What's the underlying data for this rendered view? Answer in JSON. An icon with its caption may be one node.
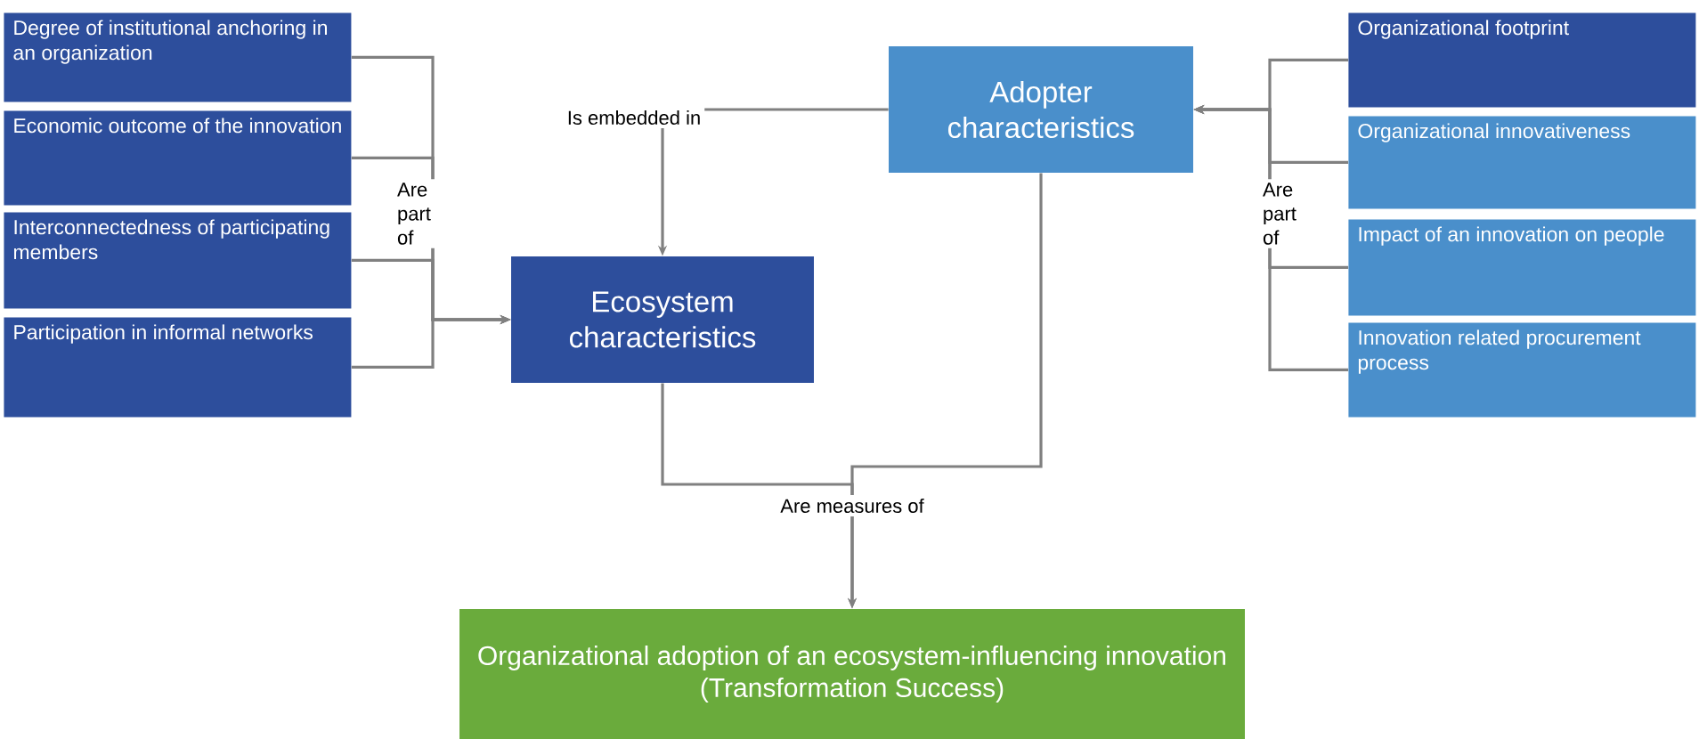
{
  "diagram": {
    "nodes": [
      {
        "text": [
          "Degree of institutional anchoring in an organization"
        ]
      },
      {
        "text": [
          "Economic outcome of the innovation"
        ]
      },
      {
        "text": [
          "Interconnectedness of participating members"
        ]
      },
      {
        "text": [
          "Participation in informal networks"
        ]
      },
      {
        "text": [
          "Ecosystem characteristics"
        ]
      },
      {
        "text": [
          "Adopter characteristics"
        ]
      },
      {
        "text": [
          "Organizational footprint"
        ]
      },
      {
        "text": [
          "Organizational innovativeness"
        ]
      },
      {
        "text": [
          "Impact of an innovation on people"
        ]
      },
      {
        "text": [
          "Innovation related procurement process"
        ]
      },
      {
        "text": [
          "Organizational adoption of an ecosystem-influencing innovation (Transformation Success)"
        ]
      }
    ],
    "edges": [
      {
        "from": 0,
        "to": 4,
        "arrow": "to",
        "label": "Are part of"
      },
      {
        "from": 1,
        "to": 4,
        "arrow": "to"
      },
      {
        "from": 2,
        "to": 4,
        "arrow": "to"
      },
      {
        "from": 3,
        "to": 4,
        "arrow": "to"
      },
      {
        "from": 5,
        "to": 4,
        "arrow": "to",
        "label": "Is embedded in"
      },
      {
        "from": 6,
        "to": 5,
        "arrow": "to"
      },
      {
        "from": 7,
        "to": 5,
        "arrow": "to"
      },
      {
        "from": 8,
        "to": 5,
        "arrow": "to"
      },
      {
        "from": 9,
        "to": 5,
        "arrow": "to",
        "label": "Are part of"
      },
      {
        "from": 4,
        "to": 10,
        "arrow": "to",
        "label": "Are measures of"
      },
      {
        "from": 5,
        "to": 10,
        "arrow": "to"
      }
    ]
  }
}
